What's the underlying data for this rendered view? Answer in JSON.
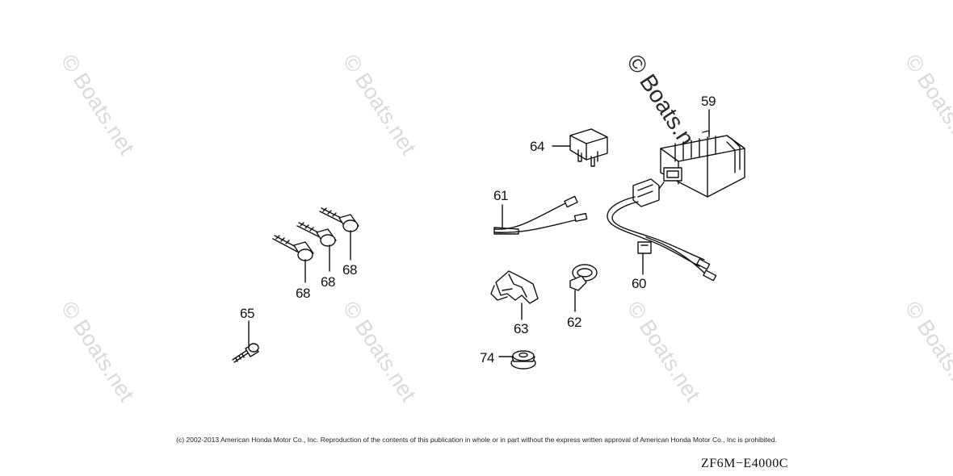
{
  "watermark": {
    "text": "© Boats.net"
  },
  "parts": {
    "p59": "59",
    "p60": "60",
    "p61": "61",
    "p62": "62",
    "p63": "63",
    "p64": "64",
    "p65": "65",
    "p68a": "68",
    "p68b": "68",
    "p68c": "68",
    "p74": "74"
  },
  "footer": {
    "copyright": "(c) 2002-2013 American Honda Motor Co., Inc. Reproduction of the contents of this publication in whole or in part without the express written approval of American Honda Motor Co., Inc is prohibited.",
    "drawing_code": "ZF6M−E4000C"
  }
}
